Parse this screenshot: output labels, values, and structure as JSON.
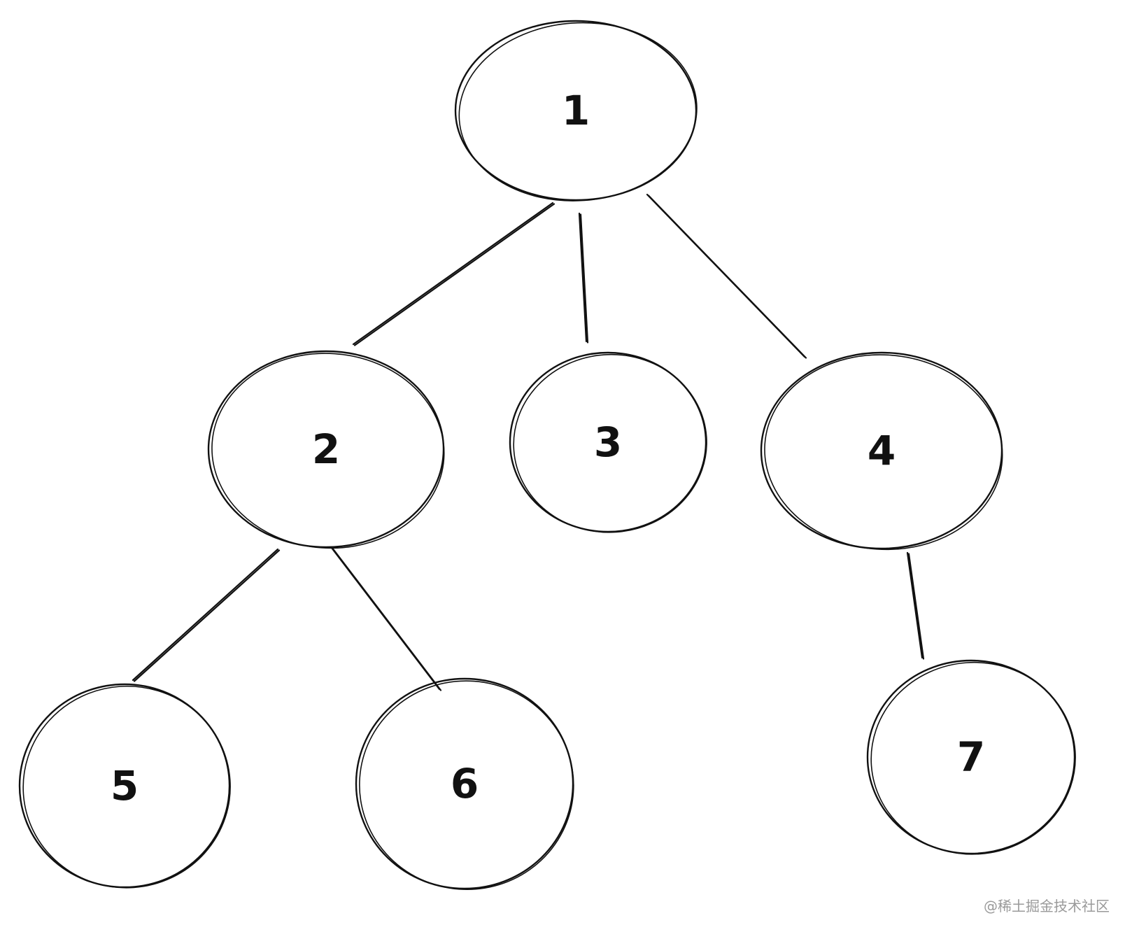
{
  "tree": {
    "nodes": [
      {
        "id": "1",
        "label": "1"
      },
      {
        "id": "2",
        "label": "2"
      },
      {
        "id": "3",
        "label": "3"
      },
      {
        "id": "4",
        "label": "4"
      },
      {
        "id": "5",
        "label": "5"
      },
      {
        "id": "6",
        "label": "6"
      },
      {
        "id": "7",
        "label": "7"
      }
    ],
    "edges": [
      {
        "from": "1",
        "to": "2"
      },
      {
        "from": "1",
        "to": "3"
      },
      {
        "from": "1",
        "to": "4"
      },
      {
        "from": "2",
        "to": "5"
      },
      {
        "from": "2",
        "to": "6"
      },
      {
        "from": "4",
        "to": "7"
      }
    ]
  },
  "watermark": "@稀土掘金技术社区"
}
